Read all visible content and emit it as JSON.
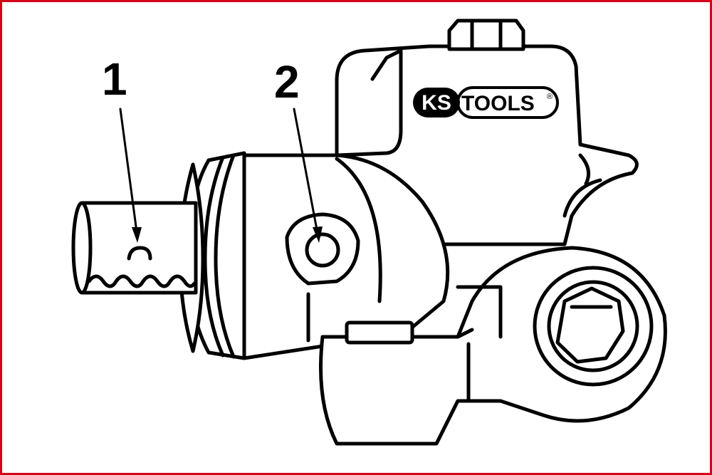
{
  "callouts": {
    "one": "1",
    "two": "2"
  },
  "logo": {
    "text_ks": "KS",
    "text_tools": "TOOLS",
    "registered": "®"
  },
  "colors": {
    "frame_border": "#d4001a",
    "line_art": "#000000",
    "background": "#ffffff"
  }
}
